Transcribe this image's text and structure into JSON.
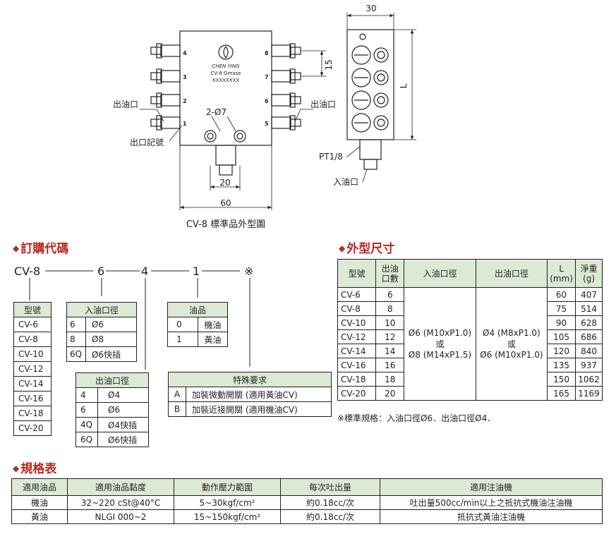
{
  "drawing": {
    "top_width": "30",
    "pitch": "15",
    "length_label": "L",
    "oil_outlet_left": "出油口",
    "oil_outlet_right": "出油口",
    "outlet_mark": "出口記號",
    "holes": "2-Ø7",
    "inlet_width": "20",
    "body_width": "60",
    "thread": "PT1/8",
    "oil_inlet": "入油口",
    "logo_brand": "CHEN YING",
    "logo_model": "CV-8 Grease",
    "logo_serial": "XXXXXXXX",
    "port_numbers": [
      "4",
      "3",
      "2",
      "1",
      "8",
      "7",
      "6",
      "5"
    ],
    "caption": "CV-8 標準品外型圖"
  },
  "order": {
    "title": "訂購代碼",
    "code": [
      "CV-8",
      "6",
      "4",
      "1",
      "※"
    ],
    "model_table": {
      "header": "型號",
      "rows": [
        "CV-6",
        "CV-8",
        "CV-10",
        "CV-12",
        "CV-14",
        "CV-16",
        "CV-18",
        "CV-20"
      ]
    },
    "inlet_table": {
      "header": "入油口徑",
      "rows": [
        [
          "6",
          "Ø6"
        ],
        [
          "8",
          "Ø8"
        ],
        [
          "6Q",
          "Ø6快插"
        ]
      ]
    },
    "oil_table": {
      "header": "油品",
      "rows": [
        [
          "0",
          "機油"
        ],
        [
          "1",
          "黃油"
        ]
      ]
    },
    "outlet_table": {
      "header": "出油口徑",
      "rows": [
        [
          "4",
          "Ø4"
        ],
        [
          "6",
          "Ø6"
        ],
        [
          "4Q",
          "Ø4快插"
        ],
        [
          "6Q",
          "Ø6快插"
        ]
      ]
    },
    "special_table": {
      "header": "特殊要求",
      "rows": [
        [
          "A",
          "加裝微動開關 (適用黃油CV)"
        ],
        [
          "B",
          "加裝近接開關 (適用機油CV)"
        ]
      ]
    }
  },
  "dims": {
    "title": "外型尺寸",
    "headers": [
      "型號",
      "出油口數",
      "入油口徑",
      "出油口徑",
      "L (mm)",
      "淨重 (g)"
    ],
    "models": [
      "CV-6",
      "CV-8",
      "CV-10",
      "CV-12",
      "CV-14",
      "CV-16",
      "CV-18",
      "CV-20"
    ],
    "outlets": [
      "6",
      "8",
      "10",
      "12",
      "14",
      "16",
      "18",
      "20"
    ],
    "inlet_merged": [
      "Ø6 (M10xP1.0)",
      "或",
      "Ø8 (M14xP1.5)"
    ],
    "outlet_merged": [
      "Ø4 (M8xP1.0)",
      "或",
      "Ø6 (M10xP1.0)"
    ],
    "L": [
      "60",
      "75",
      "90",
      "105",
      "120",
      "135",
      "150",
      "165"
    ],
    "weight": [
      "407",
      "514",
      "628",
      "686",
      "840",
      "937",
      "1062",
      "1169"
    ],
    "note": "※標準規格：入油口徑Ø6．出油口徑Ø4．"
  },
  "spec": {
    "title": "規格表",
    "headers": [
      "適用油品",
      "適用油品黏度",
      "動作壓力範圍",
      "每次吐出量",
      "適用注油機"
    ],
    "rows": [
      [
        "機油",
        "32~220 cSt@40°C",
        "5~30kgf/cm²",
        "約0.18cc/次",
        "吐出量500cc/min以上之抵抗式機油注油機"
      ],
      [
        "黃油",
        "NLGI 000~2",
        "15~150kgf/cm²",
        "約0.18cc/次",
        "抵抗式黃油注油機"
      ]
    ]
  },
  "colors": {
    "accent": "#b52a23",
    "header_bg": "#dce9d5"
  }
}
